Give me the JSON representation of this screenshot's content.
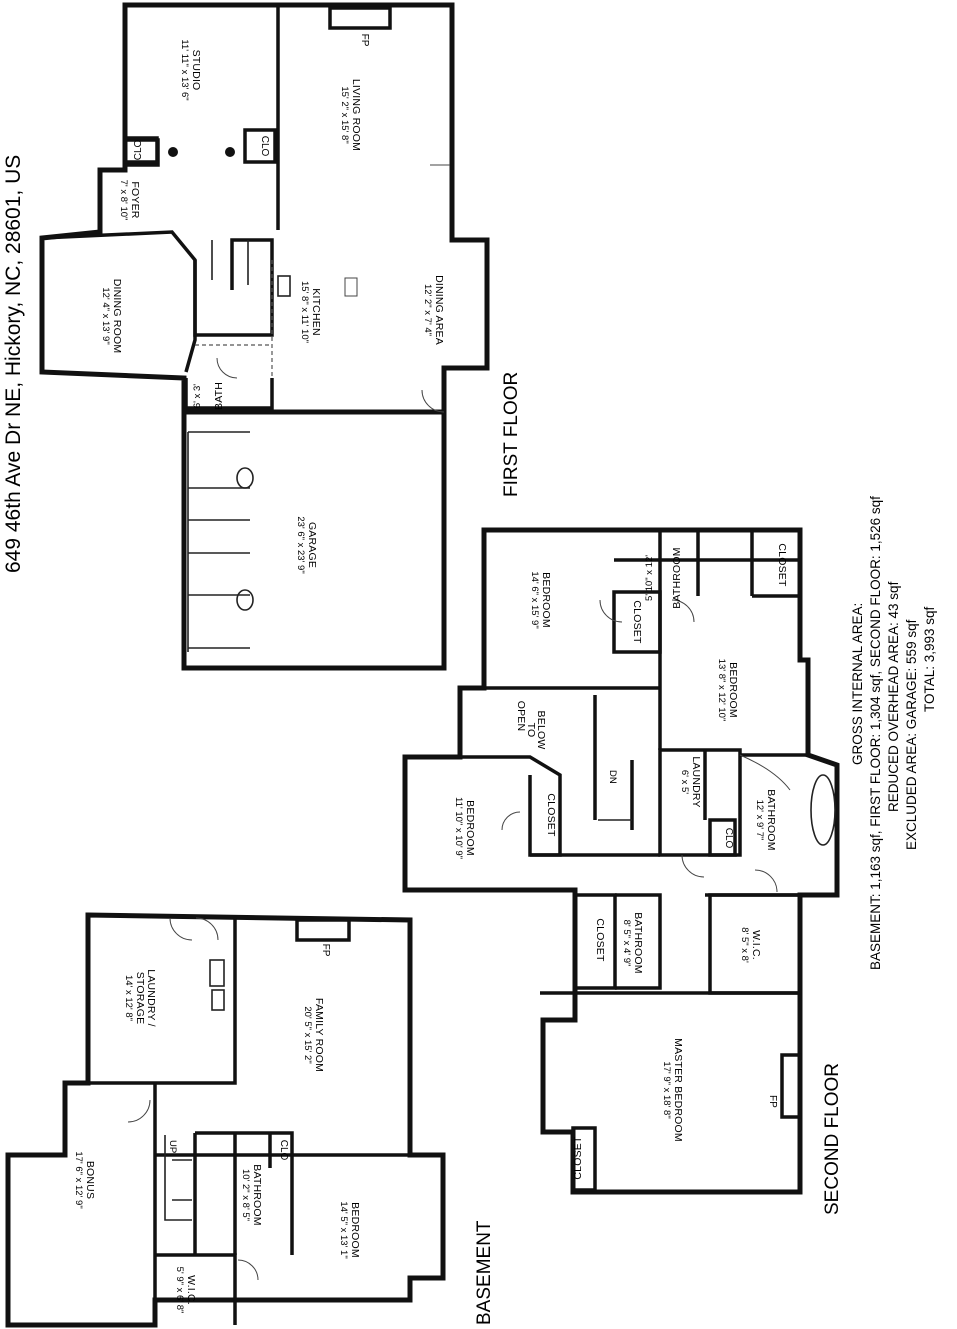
{
  "address": "649 46th Ave Dr NE, Hickory, NC, 28601, US",
  "floors": {
    "first": "FIRST FLOOR",
    "second": "SECOND FLOOR",
    "basement": "BASEMENT"
  },
  "area_notes": {
    "heading": "GROSS INTERNAL AREA:",
    "line1": "BASEMENT: 1,163 sqf, FIRST FLOOR: 1,304 sqf, SECOND FLOOR: 1,526 sqf",
    "line2": "REDUCED OVERHEAD AREA: 43 sqf",
    "line3": "EXCLUDED AREA: GARAGE: 559 sqf",
    "line4": "TOTAL: 3,993 sqf"
  },
  "first_floor": {
    "studio": {
      "name": "STUDIO",
      "dims": "11' 11\" x 13' 6\""
    },
    "living_room": {
      "name": "LIVING ROOM",
      "dims": "15' 2\" x 15' 8\""
    },
    "foyer": {
      "name": "FOYER",
      "dims": "7' x 8' 10\""
    },
    "dining_room": {
      "name": "DINING ROOM",
      "dims": "12' 4\" x 13' 9\""
    },
    "kitchen": {
      "name": "KITCHEN",
      "dims": "15' 8\" x 11' 10\""
    },
    "dining_area": {
      "name": "DINING AREA",
      "dims": "12' 2\" x 7' 4\""
    },
    "bath": {
      "name": "BATH",
      "dims": "6' x 3'"
    },
    "garage": {
      "name": "GARAGE",
      "dims": "23' 6\" x 23' 9\""
    },
    "clo_a": "CLO",
    "clo_b": "CLO",
    "fp": "FP"
  },
  "second_floor": {
    "bedroom_a": {
      "name": "BEDROOM",
      "dims": "14' 6\" x 15' 9\""
    },
    "bathroom_a": {
      "name": "BATHROOM",
      "dims": "5' 10\" x 12'"
    },
    "closet_a": "CLOSET",
    "closet_b": "CLOSET",
    "bedroom_b": {
      "name": "BEDROOM",
      "dims": "13' 8\" x 12' 10\""
    },
    "open_to_below": [
      "OPEN",
      "TO",
      "BELOW"
    ],
    "dn": "DN",
    "laundry": {
      "name": "LAUNDRY",
      "dims": "6' x 5'"
    },
    "clo": "CLO",
    "bedroom_c": {
      "name": "BEDROOM",
      "dims": "11' 10\" x 10' 9\""
    },
    "closet_c": "CLOSET",
    "bathroom_b": {
      "name": "BATHROOM",
      "dims": "12' x 9' 7\""
    },
    "closet_d": "CLOSET",
    "bathroom_c": {
      "name": "BATHROOM",
      "dims": "8' 5\" x 4' 9\""
    },
    "wic": {
      "name": "W.I.C.",
      "dims": "8' 5\" x 8'"
    },
    "master": {
      "name": "MASTER BEDROOM",
      "dims": "17' 9\" x 18' 8\""
    },
    "closet_e": "CLOSET",
    "fp": "FP"
  },
  "basement": {
    "laundry": {
      "name": "LAUNDRY /",
      "name2": "STORAGE",
      "dims": "14' x 12' 8\""
    },
    "family_room": {
      "name": "FAMILY ROOM",
      "dims": "20' 5\" x 15' 2\""
    },
    "fp": "FP",
    "bonus": {
      "name": "BONUS",
      "dims": "17' 6\" x 12' 9\""
    },
    "bathroom": {
      "name": "BATHROOM",
      "dims": "10' 2\" x 8' 5\""
    },
    "clo": "CLO",
    "bedroom": {
      "name": "BEDROOM",
      "dims": "14' 5\" x 13' 1\""
    },
    "wic": {
      "name": "W.I.C.",
      "dims": "5' 9\" x 6' 8\""
    },
    "up": "UP"
  }
}
